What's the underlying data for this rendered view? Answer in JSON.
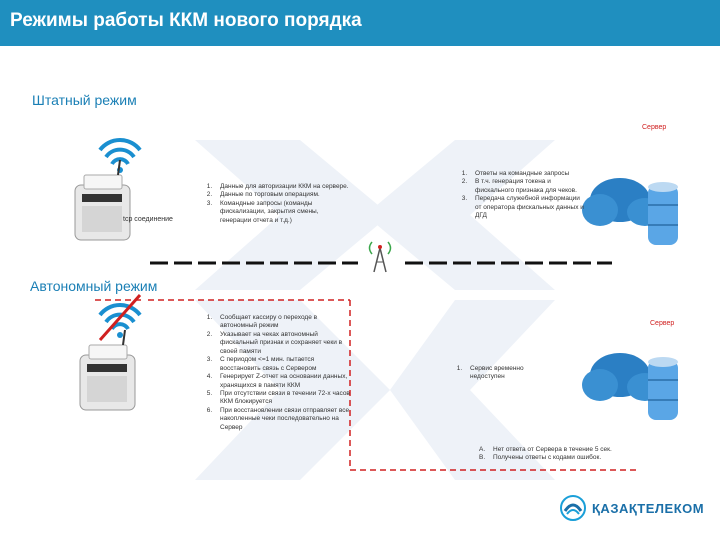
{
  "title": "Режимы работы ККМ нового порядка",
  "online": {
    "heading": "Штатный режим",
    "server_label": "Сервер",
    "connection_label": "tcp соединение",
    "requests": [
      "Данные для авторизации ККМ на сервере.",
      "Данные по торговым операциям.",
      "Командные запросы (команды фискализации, закрытия смены, генерации отчета и т.д.)"
    ],
    "responses": [
      "Ответы на командные запросы",
      "В т.ч. генерация токена и фискального признака для чеков.",
      "Передача служебной информации от оператора фискальных данных и ДГД"
    ]
  },
  "offline": {
    "heading": "Автономный режим",
    "server_label": "Сервер",
    "kkm_actions": [
      "Сообщает кассиру о переходе в автономный режим",
      "Указывает на чеках автономный фискальный признак и сохраняет чеки в своей памяти",
      "С периодом <=1 мин. пытается восстановить связь с Сервером",
      "Генерирует Z-отчет на основании данных, хранящихся в памяти ККМ",
      "При отсутствии связи в течении 72-х часов ККМ блокируется",
      "При восстановлении связи отправляет все накопленные чеки последовательно на Сервер"
    ],
    "server_status": [
      "Сервис временно недоступен"
    ],
    "errors": [
      "Нет ответа от Сервера в течение 5 сек.",
      "Получены ответы с кодами ошибок."
    ]
  },
  "logo": {
    "text": "ҚАЗАҚТЕЛЕКОМ"
  },
  "colors": {
    "title_bar": "#1f8fbf",
    "heading": "#1a7fb5",
    "dash_black": "#111111",
    "dash_red": "#d02020"
  }
}
